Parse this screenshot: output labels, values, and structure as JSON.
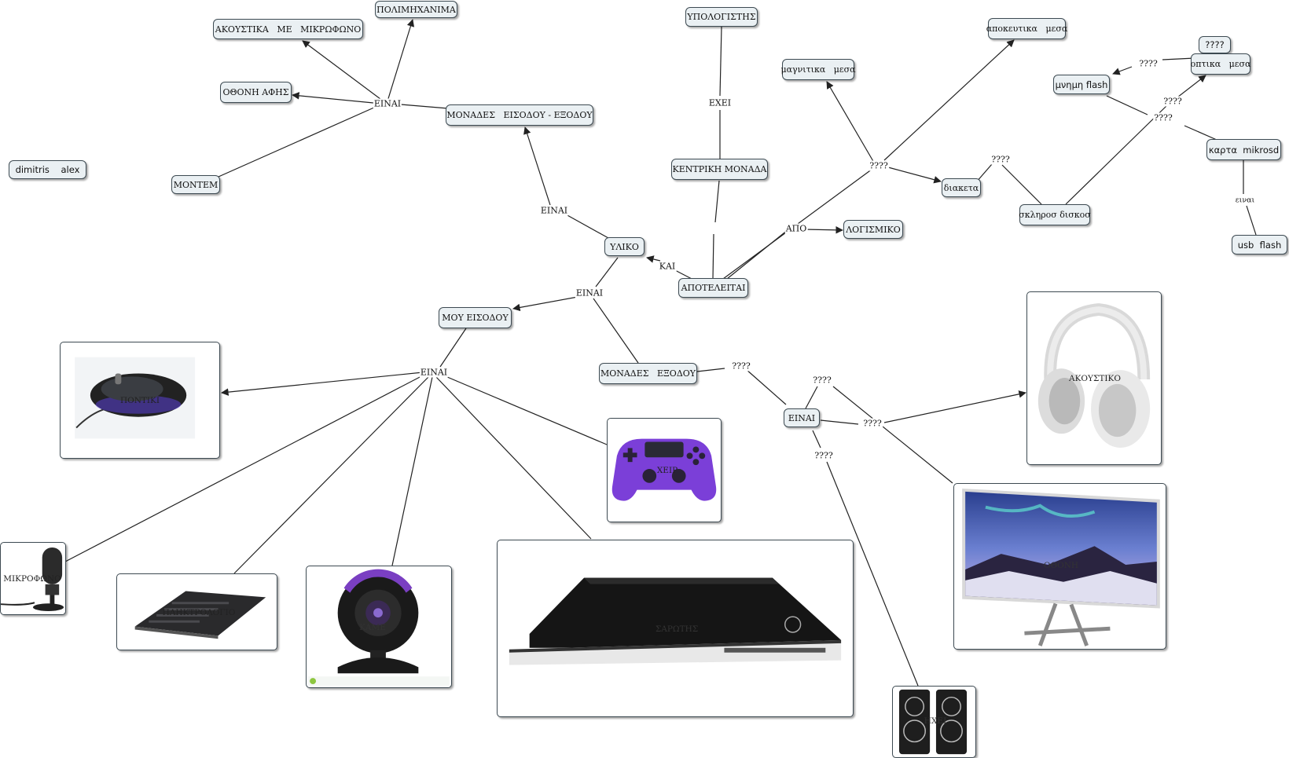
{
  "nodes": {
    "n_polimixanima": "ΠΟΛΙΜΗΧΑΝΙΜΑ",
    "n_akoustika": "ΑΚΟΥΣΤΙΚΑ   ΜΕ   ΜΙΚΡΩΦΩΝΟ",
    "n_othoni": "ΟΘΟΝΗ ΑΦΗΣ",
    "n_modem": "ΜΟΝΤΕΜ",
    "n_dimitris": "dimitris    alex",
    "n_eisodou_exodou": "ΜΟΝΑΔΕΣ   ΕΙΣΟΔΟΥ - ΕΞΟΔΟΥ",
    "n_ypologistis": "ΥΠΟΛΟΓΙΣΤΗΣ",
    "n_kentriki": "ΚΕΝΤΡΙΚΗ ΜΟΝΑΔΑ",
    "n_magnitika": "μαγνιτικα   μεσα",
    "n_apokeutika": "αποκευτικα   μεσα",
    "n_q_top": "????",
    "n_optika": "οπτικα   μεσα",
    "n_mnimi": "μνημη flash",
    "n_karta": "καρτα  mikrosd",
    "n_usb": "usb  flash",
    "n_disketa": "διακετα",
    "n_skliros": "σκληροσ δισκοσ",
    "n_logismiko": "ΛΟΓΙΣΜΙΚΟ",
    "n_yliko": "ΥΛΙΚΟ",
    "n_apoteleitai": "ΑΠΟΤΕΛΕΙΤΑΙ",
    "n_mou_eisodou": "ΜΟΥ ΕΙΣΟΔΟΥ",
    "n_exodou": "ΜΟΝΑΔΕΣ   ΕΞΟΔΟΥ",
    "n_einai_right": "ΕΙΝΑΙ"
  },
  "links": {
    "l_einai_top": "ΕΙΝΑΙ",
    "l_exei": "ΕΧΕΙ",
    "l_einai_mid": "ΕΙΝΑΙ",
    "l_kai": "ΚΑΙ",
    "l_apo": "ΑΠΟ",
    "l_q_storage": "????",
    "l_q_disk": "????",
    "l_q_mnimi": "????",
    "l_q_optika": "????",
    "l_q_optika2": "????",
    "l_einai_usb": "ειναι",
    "l_einai_yliko": "ΕΙΝΑΙ",
    "l_einai_input": "ΕΙΝΑΙ",
    "l_q_exodou": "????",
    "l_q_out1": "????",
    "l_q_out2": "????",
    "l_q_out3": "????"
  },
  "image_captions": {
    "mouse": "ΠΟΝΤΙΚΙ",
    "mic": "ΜΙΚΡΟΦΩΝΟ",
    "keyboard": "ΠΛΗΚΤΡΟΛΟΓΙΟ",
    "camera": "ΚΑΜΕ",
    "gamepad": "ΧΕΙΡ",
    "scanner": "ΣΑΡΩΤΗΣ",
    "headphones": "ΑΚΟΥΣΤΙΚΟ",
    "monitor": "ΟΘΟΝΗ",
    "speakers": "ΗΧΕΙ"
  },
  "icons": {
    "mouse": "mouse-icon",
    "mic": "microphone-icon",
    "keyboard": "keyboard-icon",
    "camera": "webcam-icon",
    "gamepad": "gamepad-icon",
    "scanner": "scanner-icon",
    "headphones": "headphones-icon",
    "monitor": "monitor-icon",
    "speakers": "speakers-icon"
  },
  "colors": {
    "node_fill": "#eaf0f3",
    "node_border": "#3d4a52",
    "line": "#222222",
    "gamepad": "#7b3fd8",
    "webcam_ring": "#7a3fc2"
  }
}
